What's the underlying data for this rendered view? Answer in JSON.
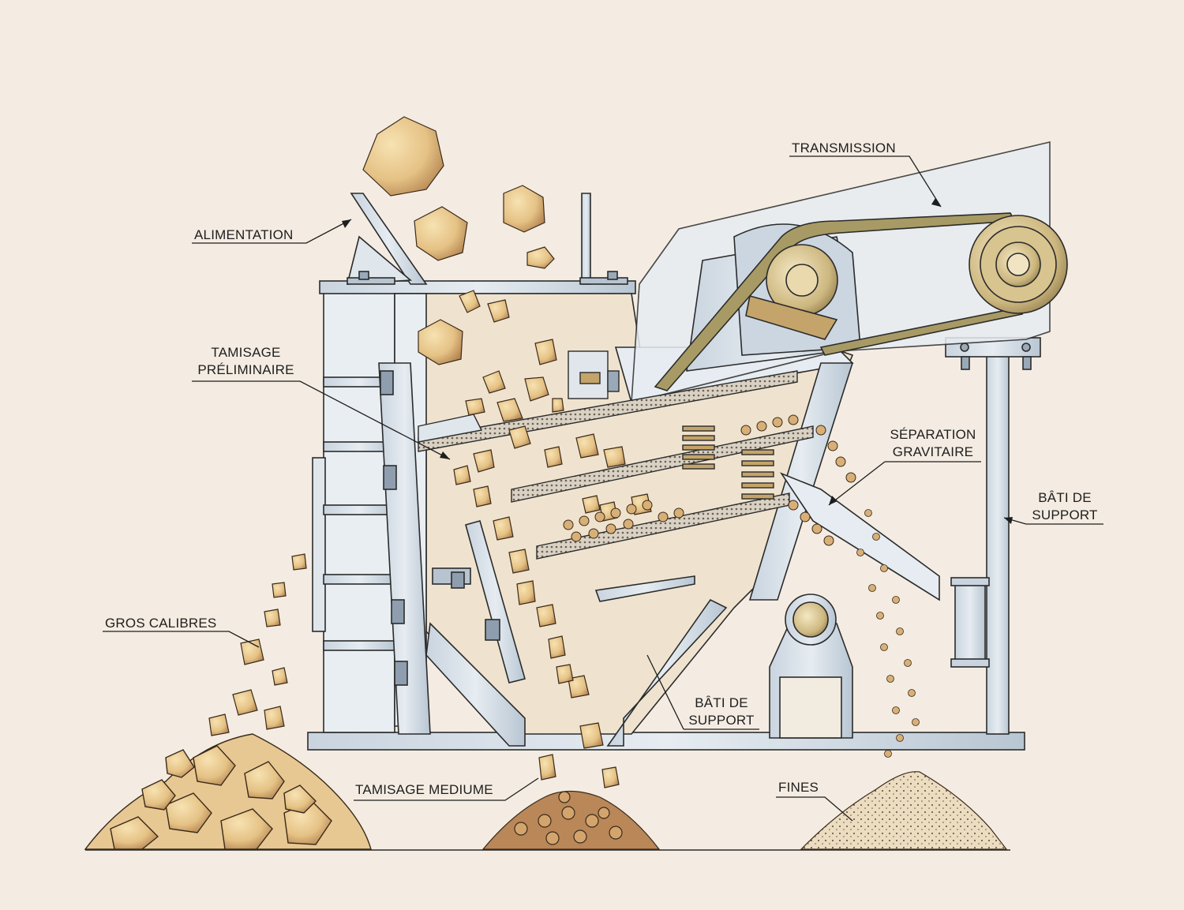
{
  "labels": {
    "alimentation": "ALIMENTATION",
    "transmission": "TRANSMISSION",
    "tamisage_preliminaire": [
      "TAMISAGE",
      "PRÉLIMINAIRE"
    ],
    "separation_gravitaire": [
      "SÉPARATION",
      "GRAVITAIRE"
    ],
    "bati_support_right": [
      "BÂTI DE",
      "SUPPORT"
    ],
    "bati_support_center": [
      "BÂTI DE",
      "SUPPORT"
    ],
    "gros_calibres": "GROS CALIBRES",
    "tamisage_mediume": "TAMISAGE MEDIUME",
    "fines": "FINES"
  },
  "colors": {
    "background": "#f4ece2",
    "steel": "#dde4ea",
    "steel_dark": "#7f95aa",
    "ink": "#2b2b2b",
    "rock_light": "#f0d49a",
    "rock_dark": "#b48452",
    "belt": "#8a7a4a",
    "pulley": "#d9c79b"
  }
}
